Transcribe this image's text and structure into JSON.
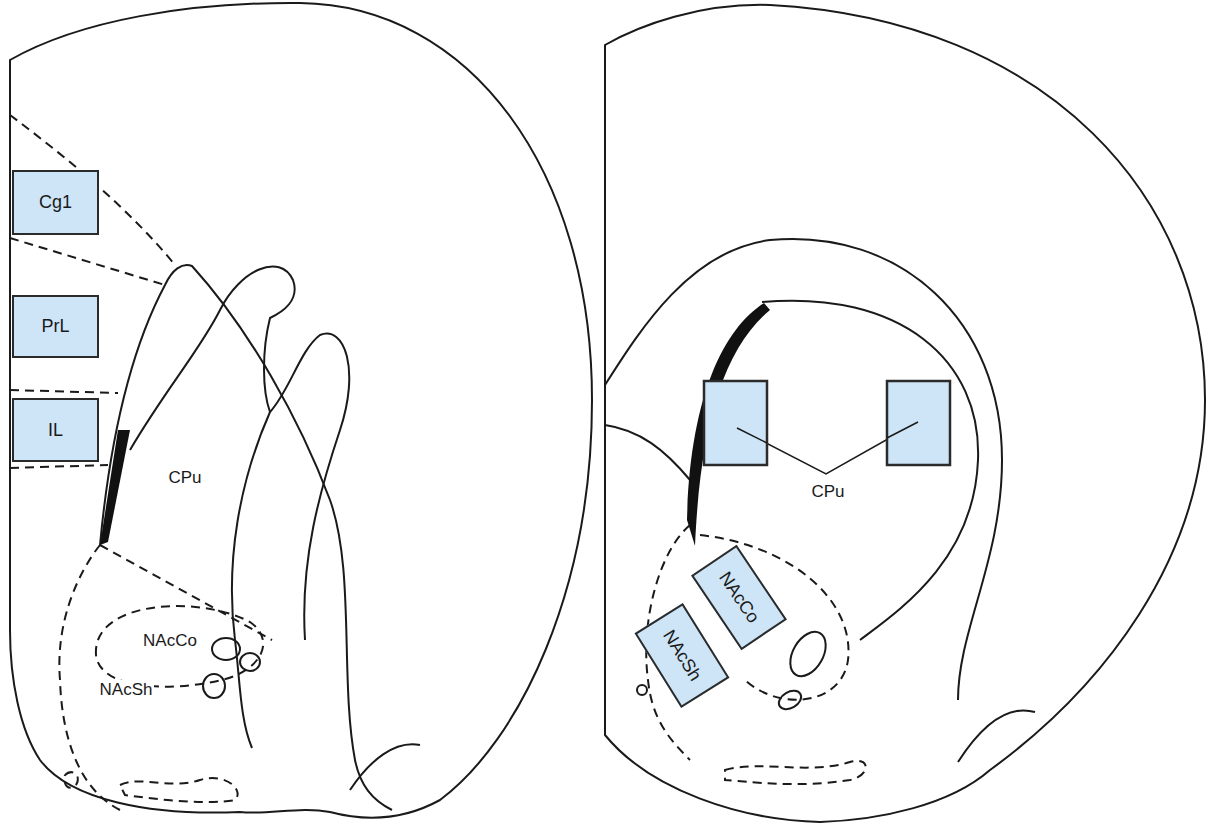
{
  "diagram": {
    "nodes": [
      {
        "text": [
          "Cg1"
        ]
      },
      {
        "text": [
          "PrL"
        ]
      },
      {
        "text": [
          "IL"
        ]
      },
      {
        "text": [
          "NAcCo"
        ]
      },
      {
        "text": [
          "NAcSh"
        ]
      }
    ],
    "labels": [
      "CPu",
      "NAcCo",
      "NAcSh",
      "CPu"
    ]
  }
}
